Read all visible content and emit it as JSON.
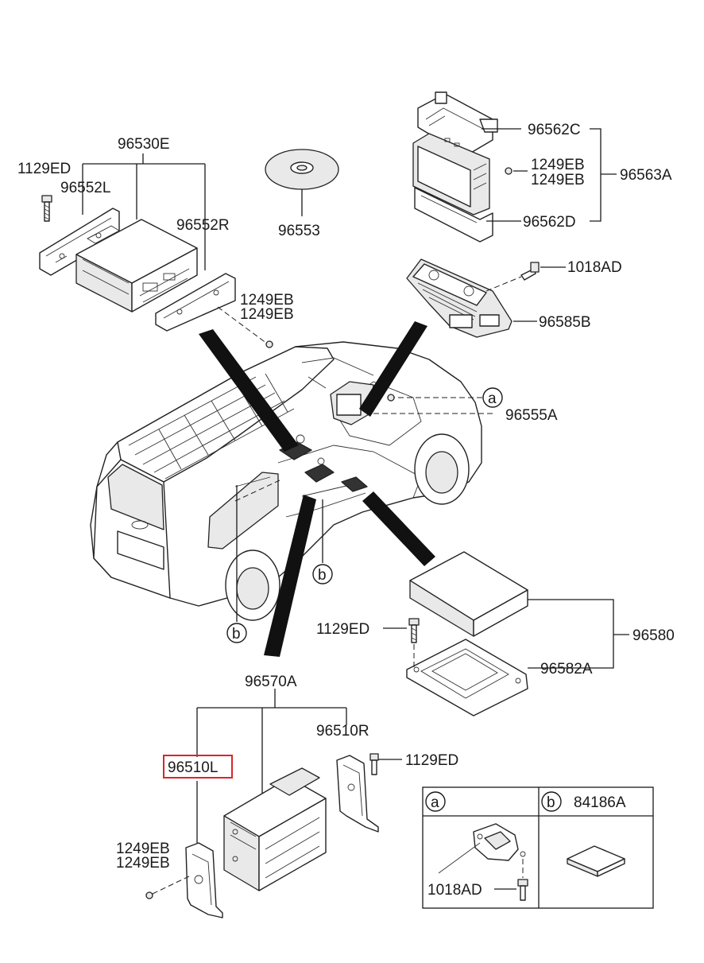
{
  "labels": {
    "p96530E": "96530E",
    "p1129ED_tl": "1129ED",
    "p96552L": "96552L",
    "p96552R": "96552R",
    "p1249EB_tl_1": "1249EB",
    "p1249EB_tl_2": "1249EB",
    "p96553": "96553",
    "p96562C": "96562C",
    "p1249EB_tr_1": "1249EB",
    "p1249EB_tr_2": "1249EB",
    "p96563A": "96563A",
    "p96562D": "96562D",
    "p1018AD_tr": "1018AD",
    "p96585B": "96585B",
    "p96555A": "96555A",
    "callout_a": "a",
    "callout_b1": "b",
    "callout_b2": "b",
    "p1129ED_mr": "1129ED",
    "p96580": "96580",
    "p96582A": "96582A",
    "p96570A": "96570A",
    "p96510R": "96510R",
    "p1129ED_br": "1129ED",
    "p96510L": "96510L",
    "p1249EB_bl_1": "1249EB",
    "p1249EB_bl_2": "1249EB",
    "table_head_a": "a",
    "table_head_b": "b",
    "table_part_b": "84186A",
    "table_part_a": "1018AD"
  },
  "highlight_color": "#d9262a"
}
